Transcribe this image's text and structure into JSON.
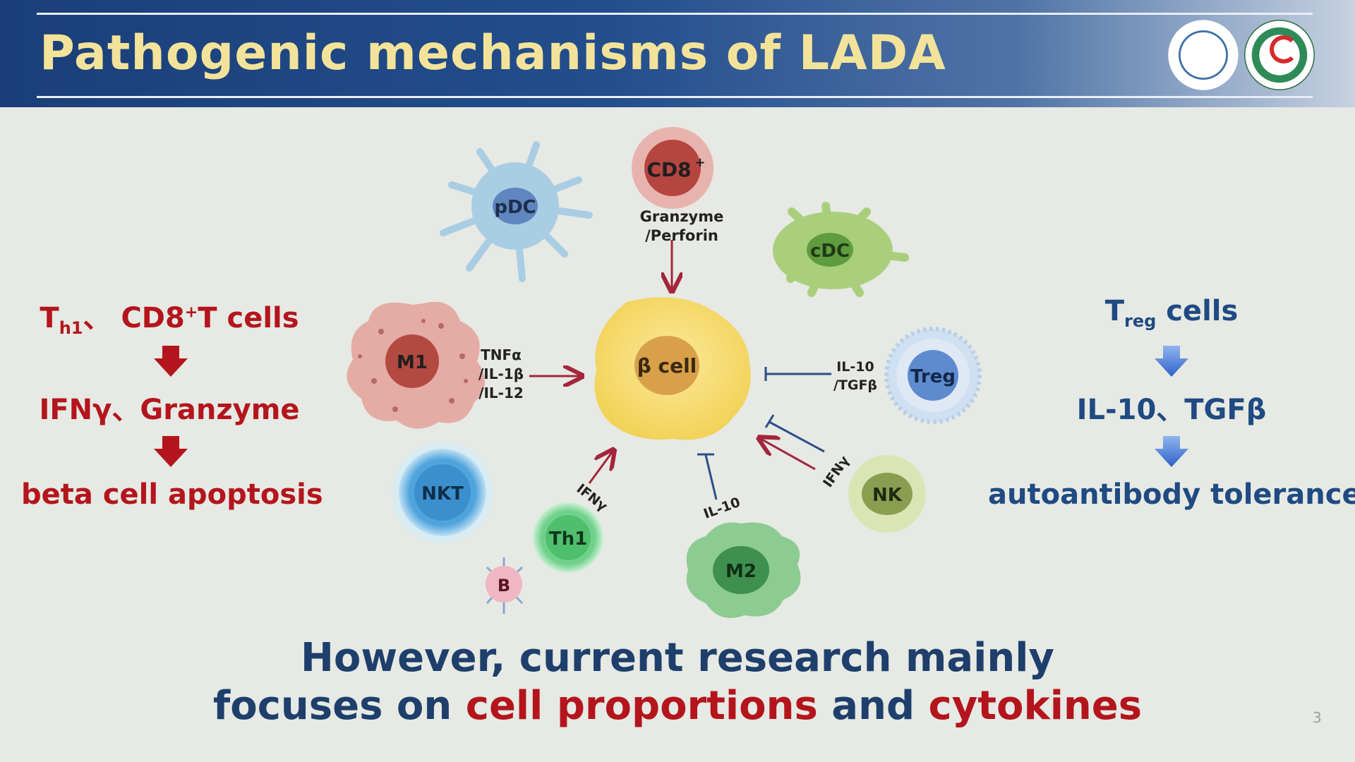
{
  "title": "Pathogenic mechanisms of LADA",
  "page_number": "3",
  "left_panel": {
    "line1": {
      "T": "T",
      "sub": "h1",
      "rest_a": "、 CD8",
      "sup": "+",
      "rest_b": "T cells"
    },
    "line2": "IFNγ、Granzyme",
    "line3": "beta cell apoptosis",
    "arrow_color": "#b4151c"
  },
  "right_panel": {
    "line1": {
      "T": "T",
      "sub": "reg",
      "rest": " cells"
    },
    "line2": "IL-10、TGFβ",
    "line3": "autoantibody tolerance",
    "arrow_color": "#3c6fd1"
  },
  "diagram": {
    "center": "β cell",
    "cells": {
      "pdc": "pDC",
      "cd8": "CD8",
      "cd8_sup": "+",
      "cdc": "cDC",
      "m1": "M1",
      "treg": "Treg",
      "nkt": "NKT",
      "th1": "Th1",
      "b": "B",
      "m2": "M2",
      "nk": "NK"
    },
    "labels": {
      "granzyme": "Granzyme",
      "perforin": "/Perforin",
      "tnfa": "TNFα",
      "il1b": "/IL-1β",
      "il12": "/IL-12",
      "il10_treg": "IL-10",
      "tgfb": "/TGFβ",
      "ifny_th1": "IFNγ",
      "il10_m2": "IL-10",
      "ifny_nk": "IFNγ"
    },
    "colors": {
      "activate": "#a3263a",
      "inhibit": "#2b4f86"
    }
  },
  "bottom": {
    "line1": "However, current research mainly",
    "line2_a": "focuses on ",
    "line2_b": "cell proportions",
    "line2_c": " and ",
    "line2_d": "cytokines"
  }
}
